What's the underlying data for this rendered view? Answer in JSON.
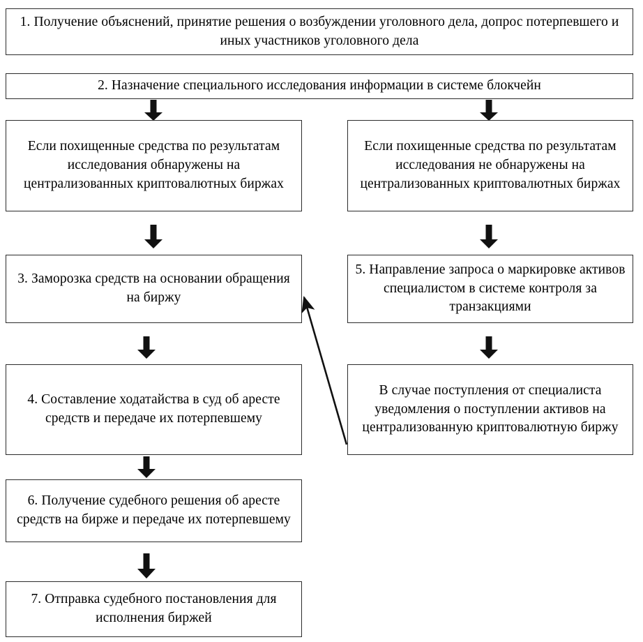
{
  "diagram": {
    "type": "flowchart",
    "language": "ru",
    "orientation": "top-to-bottom, two-column",
    "colors": {
      "box_border": "#2b2b2b",
      "box_fill": "#ffffff",
      "arrow": "#111111",
      "text": "#000000"
    },
    "nodes": [
      {
        "id": "step1",
        "number": "1",
        "text": "1. Получение объяснений, принятие решения о возбуждении уголовного дела, допрос потерпевшего и иных участников уголовного дела"
      },
      {
        "id": "step2",
        "number": "2",
        "text": "2. Назначение специального исследования информации в системе блокчейн"
      },
      {
        "id": "cond-found",
        "number": "",
        "text": "Если похищенные средства по результатам исследования обнаружены на централизованных криптовалютных биржах"
      },
      {
        "id": "cond-not-found",
        "number": "",
        "text": "Если похищенные средства по результатам исследования не обнаружены на централизованных криптовалютных биржах"
      },
      {
        "id": "step3",
        "number": "3",
        "text": "3. Заморозка средств на основании обращения на биржу"
      },
      {
        "id": "step5",
        "number": "5",
        "text": "5. Направление запроса о маркировке активов специалистом в системе контроля за транзакциями"
      },
      {
        "id": "step4",
        "number": "4",
        "text": "4. Составление ходатайства в суд об аресте средств и передаче их потерпевшему"
      },
      {
        "id": "notice",
        "number": "",
        "text": "В случае поступления от специалиста уведомления о поступлении активов на централизованную криптовалютную биржу"
      },
      {
        "id": "step6",
        "number": "6",
        "text": "6. Получение судебного решения об аресте средств на бирже и передаче их потерпевшему"
      },
      {
        "id": "step7",
        "number": "7",
        "text": "7. Отправка судебного постановления для исполнения биржей"
      }
    ],
    "edges": [
      {
        "id": "e-2-condfound",
        "from": "step2",
        "to": "cond-found",
        "style": "block-arrow-down"
      },
      {
        "id": "e-2-condnotfound",
        "from": "step2",
        "to": "cond-not-found",
        "style": "block-arrow-down"
      },
      {
        "id": "e-condfound-3",
        "from": "cond-found",
        "to": "step3",
        "style": "block-arrow-down"
      },
      {
        "id": "e-condnotfound-5",
        "from": "cond-not-found",
        "to": "step5",
        "style": "block-arrow-down"
      },
      {
        "id": "e-3-4",
        "from": "step3",
        "to": "step4",
        "style": "block-arrow-down"
      },
      {
        "id": "e-5-notice",
        "from": "step5",
        "to": "notice",
        "style": "block-arrow-down"
      },
      {
        "id": "e-4-6",
        "from": "step4",
        "to": "step6",
        "style": "block-arrow-down"
      },
      {
        "id": "e-6-7",
        "from": "step6",
        "to": "step7",
        "style": "block-arrow-down"
      },
      {
        "id": "e-notice-3",
        "from": "notice",
        "to": "step3",
        "style": "diagonal-line-arrow"
      }
    ]
  }
}
